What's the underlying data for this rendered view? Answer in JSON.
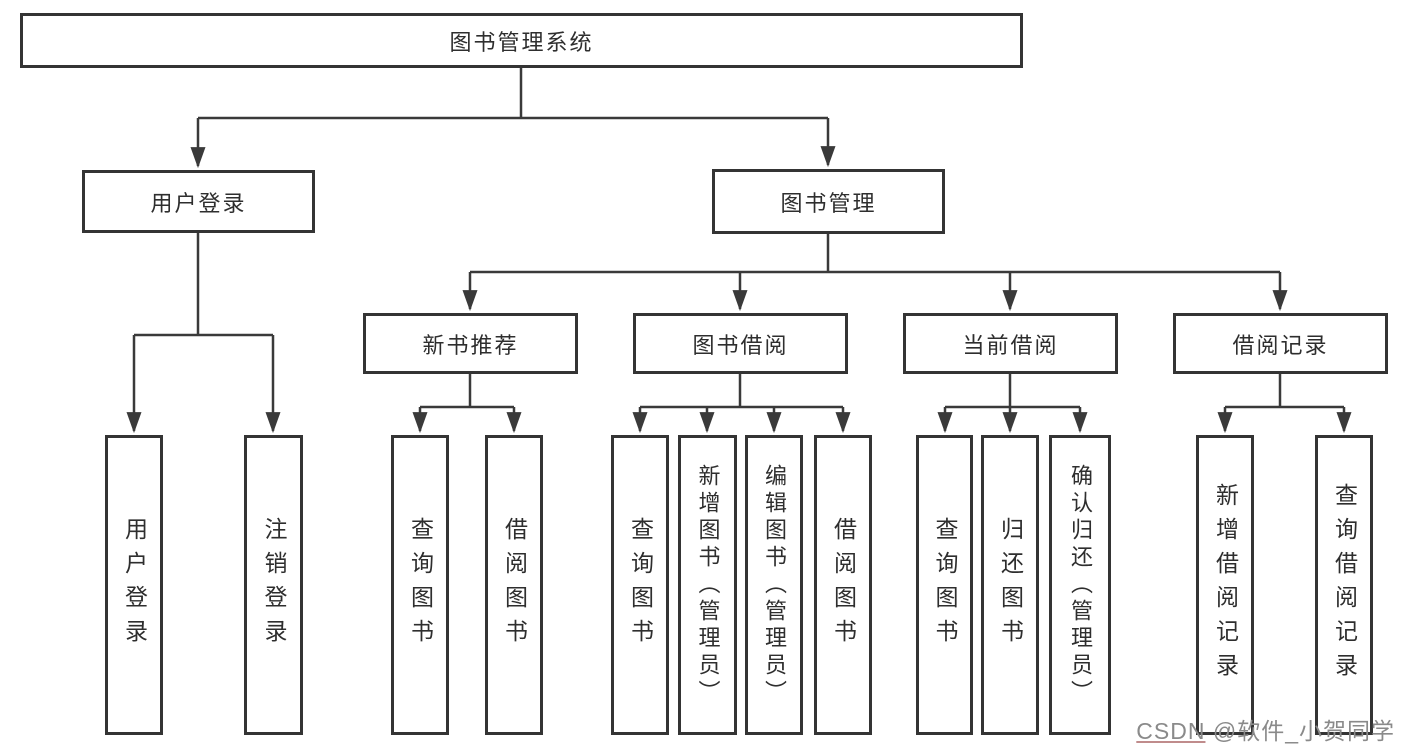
{
  "nodes": {
    "root": "图书管理系统",
    "user_login": "用户登录",
    "book_mgmt": "图书管理",
    "new_book_rec": "新书推荐",
    "book_borrow": "图书借阅",
    "current_borrow": "当前借阅",
    "borrow_records": "借阅记录",
    "leaf_user_login": "用户登录",
    "leaf_logout": "注销登录",
    "leaf_query_book_1": "查询图书",
    "leaf_borrow_book_1": "借阅图书",
    "leaf_query_book_2": "查询图书",
    "leaf_add_book": "新增图书（管理员）",
    "leaf_edit_book": "编辑图书（管理员）",
    "leaf_borrow_book_2": "借阅图书",
    "leaf_query_book_3": "查询图书",
    "leaf_return_book": "归还图书",
    "leaf_confirm_return": "确认归还（管理员）",
    "leaf_add_record": "新增借阅记录",
    "leaf_query_record": "查询借阅记录"
  },
  "watermark": {
    "prefix": "CSDN",
    "handle": " @软件_小贺同学"
  },
  "colors": {
    "line": "#3a3a3a",
    "box_border": "#343434",
    "text": "#2e2e2e",
    "watermark": "#8a8a8a",
    "background": "#ffffff"
  }
}
